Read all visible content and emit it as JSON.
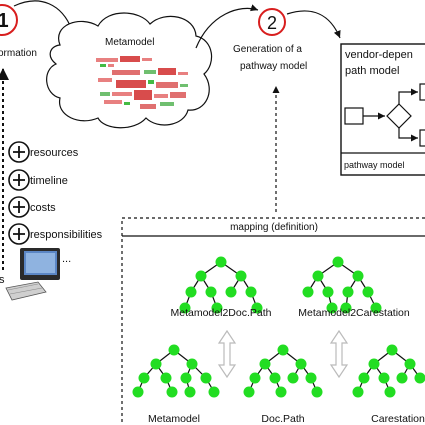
{
  "step1": {
    "number": "1",
    "label": "ormation"
  },
  "cloud": {
    "title": "Metamodel"
  },
  "step2": {
    "number": "2",
    "line1": "Generation of a",
    "line2": "pathway model"
  },
  "vendor_box": {
    "line1": "vendor-depen",
    "line2": "path model",
    "footer": "pathway model"
  },
  "info_items": [
    "resources",
    "timeline",
    "costs",
    "responsibilities"
  ],
  "computer": {
    "left_text": "s",
    "ellipsis": "..."
  },
  "mapping": {
    "header": "mapping (definition)",
    "top_trees": [
      "Metamodel2Doc.Path",
      "Metamodel2Carestation"
    ],
    "bottom_trees": [
      "Metamodel",
      "Doc.Path",
      "Carestation"
    ]
  },
  "colors": {
    "accent_red": "#d81e1e",
    "node_green": "#22dd22",
    "arrow_gray": "#bbbbbb"
  }
}
